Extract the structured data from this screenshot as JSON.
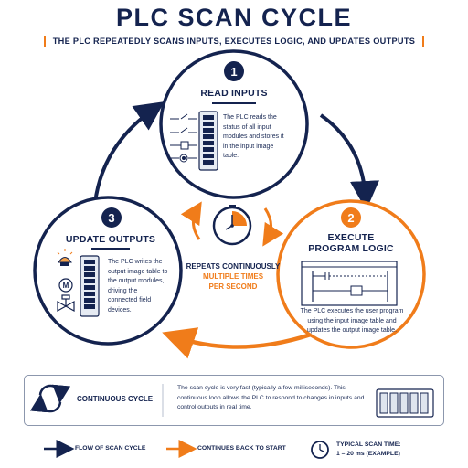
{
  "header": {
    "title": "PLC SCAN CYCLE",
    "subtitle": "THE PLC REPEATEDLY SCANS INPUTS, EXECUTES LOGIC, AND UPDATES OUTPUTS"
  },
  "stages": [
    {
      "number": "1",
      "title": "READ INPUTS",
      "description": "The PLC reads the status of all input modules and stores it in the input image table."
    },
    {
      "number": "2",
      "title_line1": "EXECUTE",
      "title_line2": "PROGRAM LOGIC",
      "description": "The PLC executes the user program using the input image table and updates the output image table."
    },
    {
      "number": "3",
      "title": "UPDATE OUTPUTS",
      "description": "The PLC writes the output image table to the output modules, driving the connected field devices."
    }
  ],
  "center": {
    "line1": "REPEATS CONTINUOUSLY",
    "line2": "MULTIPLE TIMES",
    "line3": "PER SECOND"
  },
  "footer": {
    "label": "CONTINUOUS CYCLE",
    "description": "The scan cycle is very fast (typically a few milliseconds). This continuous loop allows the PLC to respond to changes in inputs and control outputs in real time."
  },
  "legend": {
    "flow_label": "FLOW OF SCAN CYCLE",
    "back_label": "CONTINUES BACK TO START",
    "scan_time_line1": "TYPICAL SCAN TIME:",
    "scan_time_line2": "1 – 20 ms (EXAMPLE)"
  },
  "colors": {
    "navy": "#14234f",
    "orange": "#f07c1a"
  }
}
